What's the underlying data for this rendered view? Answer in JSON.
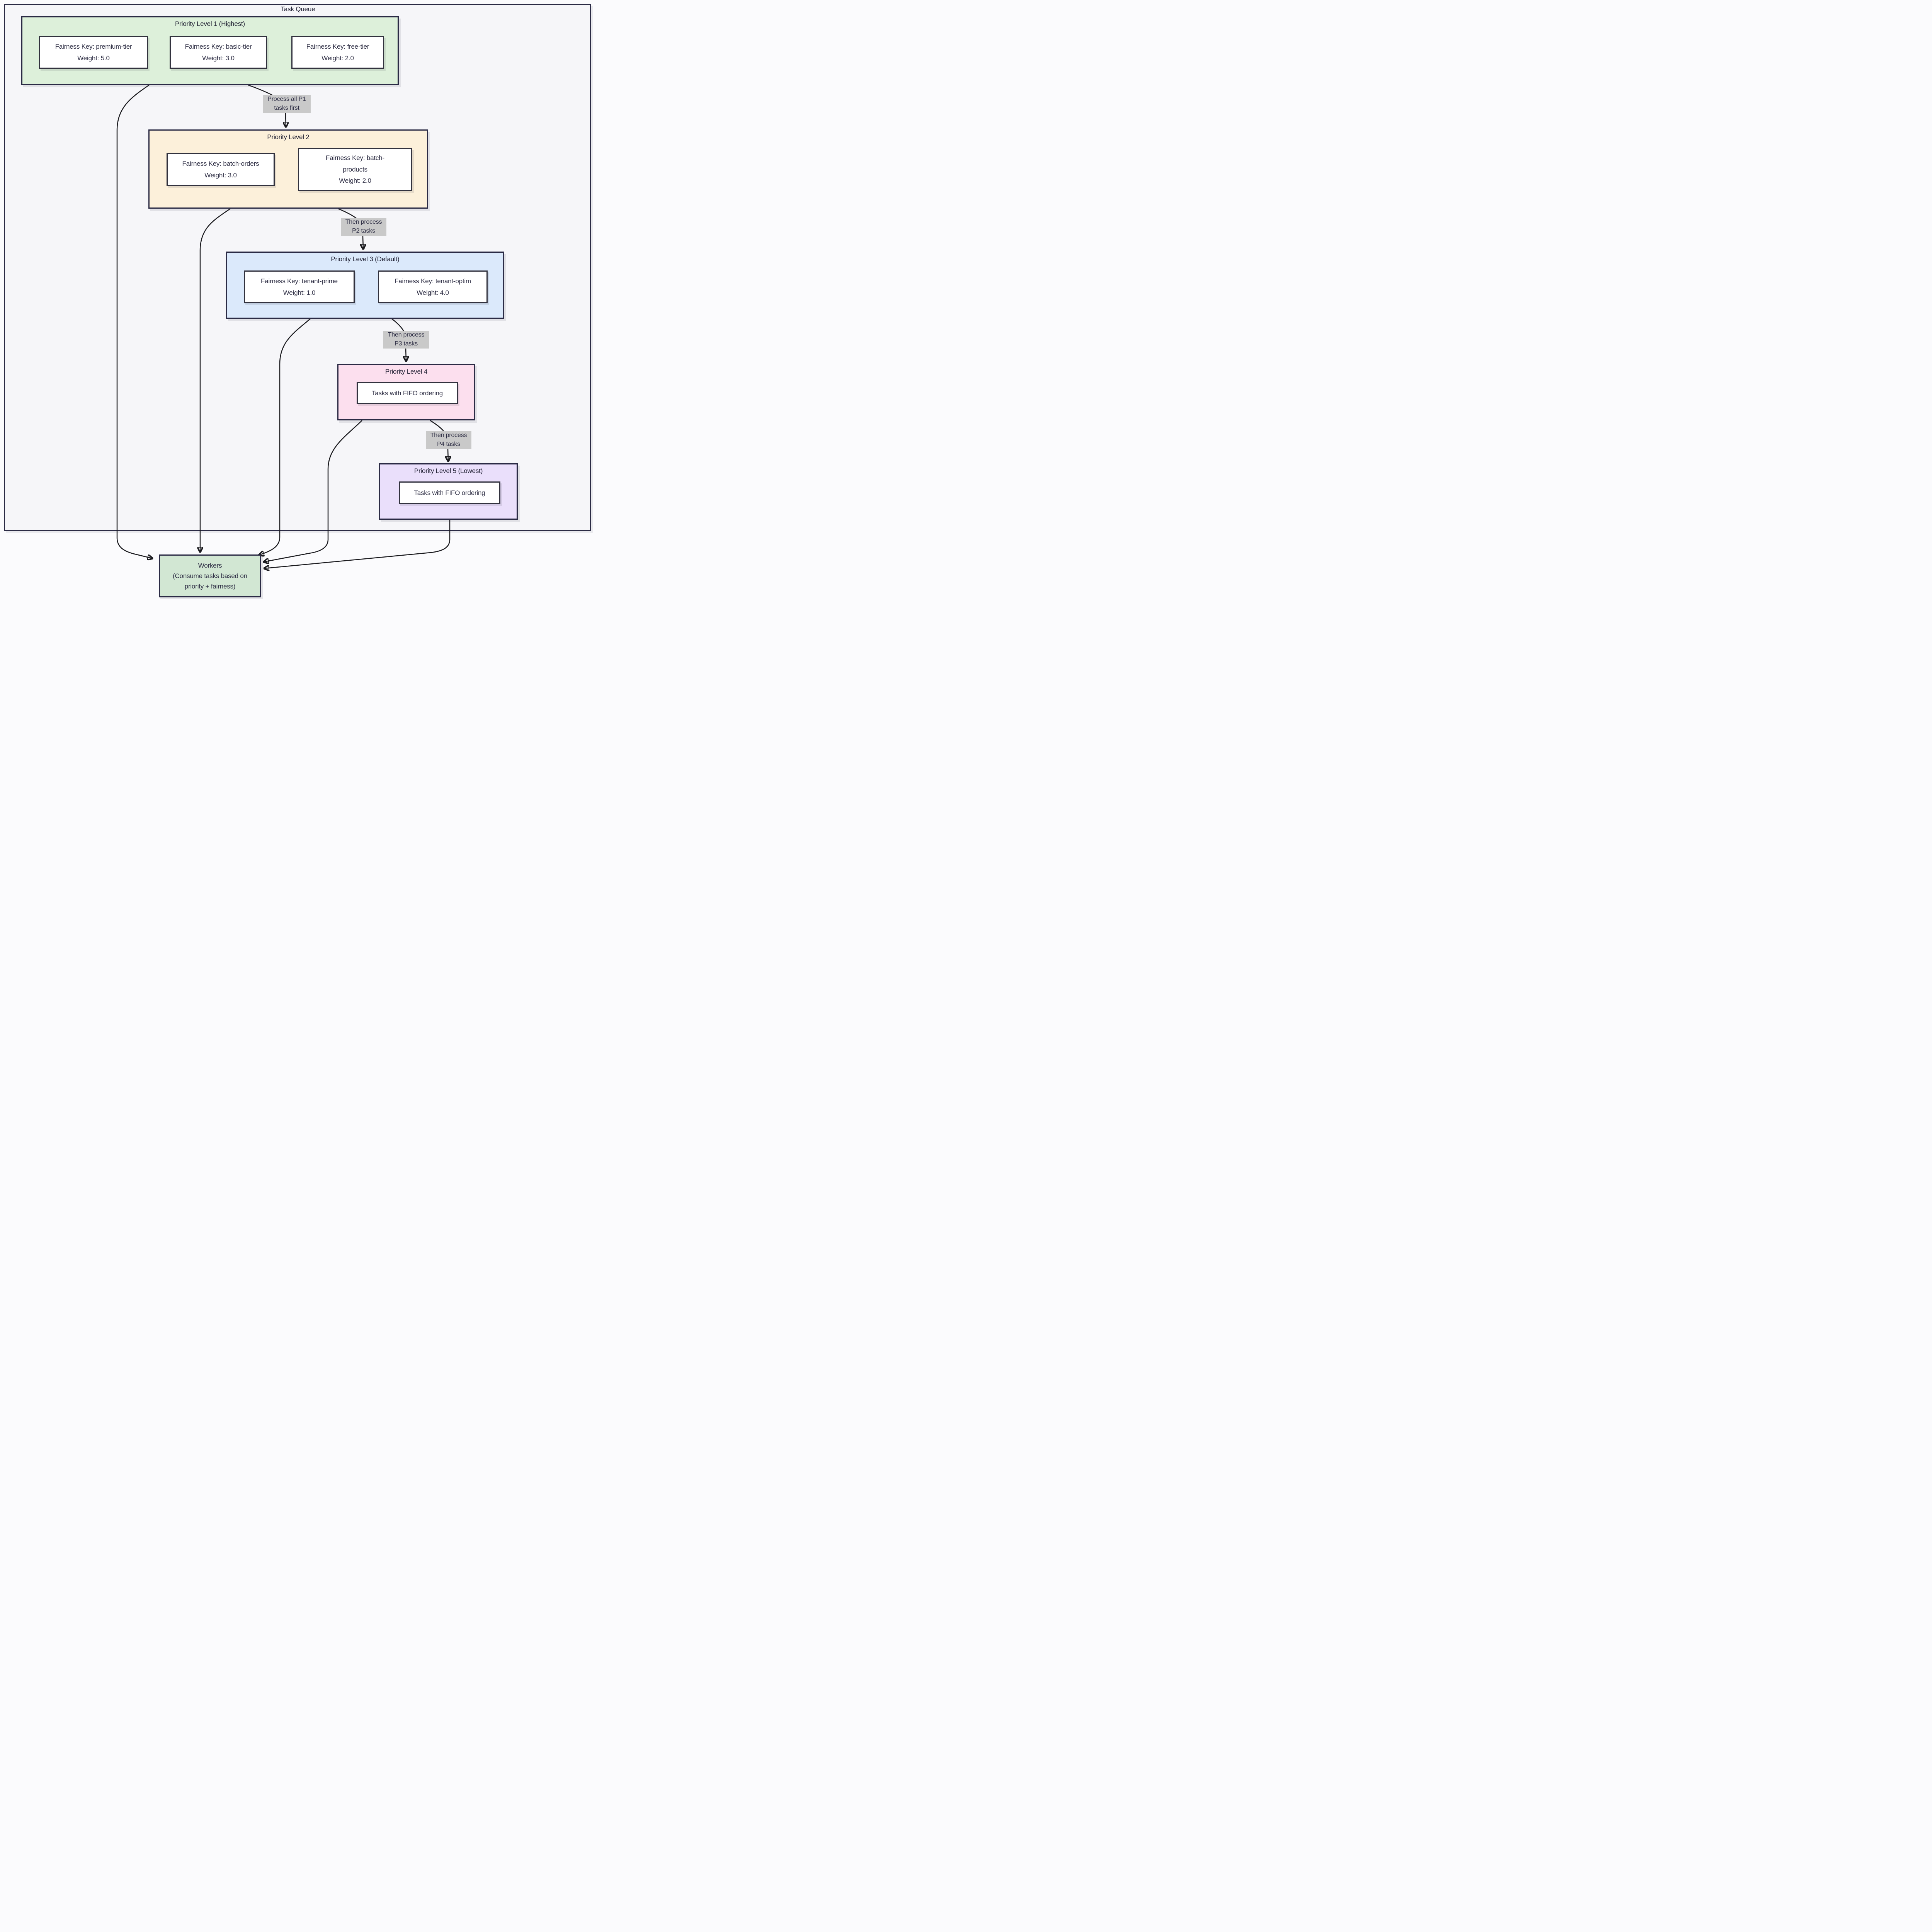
{
  "diagram": {
    "container_title": "Task Queue",
    "clusters": [
      {
        "title": "Priority Level 1 (Highest)",
        "nodes": [
          {
            "lines": [
              "Fairness Key: premium-tier",
              "Weight: 5.0"
            ]
          },
          {
            "lines": [
              "Fairness Key: basic-tier",
              "Weight: 3.0"
            ]
          },
          {
            "lines": [
              "Fairness Key: free-tier",
              "Weight: 2.0"
            ]
          }
        ]
      },
      {
        "title": "Priority Level 2",
        "nodes": [
          {
            "lines": [
              "Fairness Key: batch-orders",
              "Weight: 3.0"
            ]
          },
          {
            "lines": [
              "Fairness Key: batch-",
              "products",
              "Weight: 2.0"
            ]
          }
        ]
      },
      {
        "title": "Priority Level 3 (Default)",
        "nodes": [
          {
            "lines": [
              "Fairness Key: tenant-prime",
              "Weight: 1.0"
            ]
          },
          {
            "lines": [
              "Fairness Key: tenant-optim",
              "Weight: 4.0"
            ]
          }
        ]
      },
      {
        "title": "Priority Level 4",
        "nodes": [
          {
            "lines": [
              "Tasks with FIFO ordering"
            ]
          }
        ]
      },
      {
        "title": "Priority Level 5 (Lowest)",
        "nodes": [
          {
            "lines": [
              "Tasks with FIFO ordering"
            ]
          }
        ]
      }
    ],
    "workers": {
      "lines": [
        "Workers",
        "(Consume tasks based on",
        "priority + fairness)"
      ]
    },
    "edge_labels": [
      {
        "lines": [
          "Process all P1",
          "tasks first"
        ]
      },
      {
        "lines": [
          "Then process",
          "P2 tasks"
        ]
      },
      {
        "lines": [
          "Then process",
          "P3 tasks"
        ]
      },
      {
        "lines": [
          "Then process",
          "P4 tasks"
        ]
      }
    ],
    "colors": {
      "page-bg": "#fbfbfd",
      "outer-fill": "#f6f6f9",
      "border": "#2b2b45",
      "node-border": "#32323e",
      "p1-fill": "#ddf0da",
      "p2-fill": "#fcf0da",
      "p3-fill": "#dbe9fb",
      "p4-fill": "#fcdfee",
      "p5-fill": "#eadffb",
      "workers-fill": "#d2e7d3",
      "node-fill": "#ffffff",
      "edge": "#1b1b1f",
      "edge-label-bg": "#c9c9c9",
      "text": "#2e2e44"
    }
  }
}
